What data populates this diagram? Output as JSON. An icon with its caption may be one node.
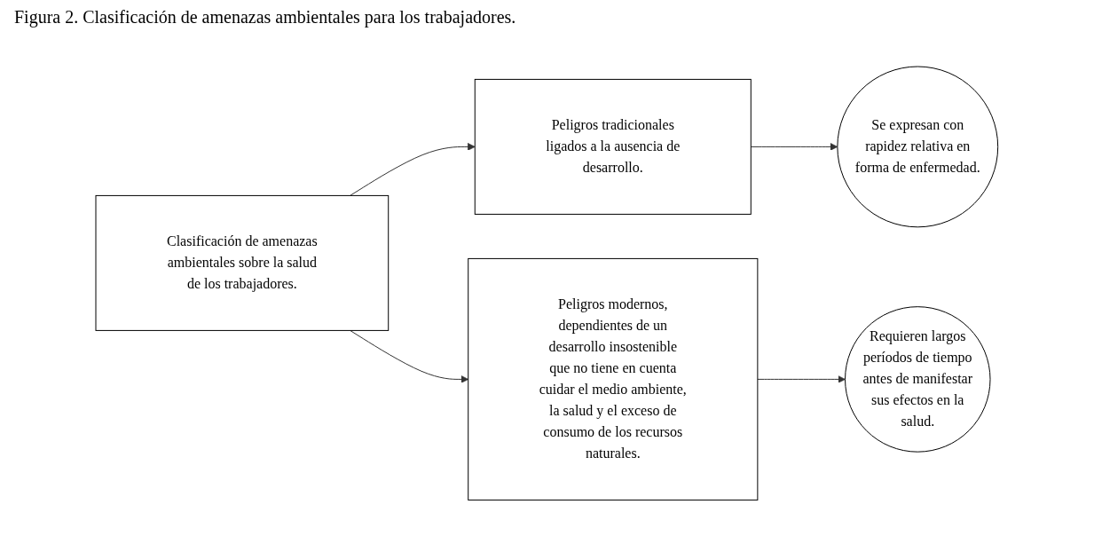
{
  "diagram": {
    "title": "Figura 2. Clasificación de amenazas ambientales para los trabajadores.",
    "nodes": [
      {
        "text": [
          "Clasificación de amenazas ambientales sobre la salud de los trabajadores."
        ]
      },
      {
        "text": [
          "Peligros tradicionales ligados a la ausencia de desarrollo."
        ]
      },
      {
        "text": [
          "Peligros modernos, dependientes de un desarrollo insostenible que no tiene en cuenta cuidar el medio ambiente, la salud y el exceso de consumo de los recursos naturales."
        ]
      },
      {
        "text": [
          "Se expresan con rapidez relativa en forma de enfermedad."
        ]
      },
      {
        "text": [
          "Requieren largos períodos de tiempo antes de manifestar sus efectos en la salud."
        ]
      }
    ],
    "edges": [
      {
        "from": 0,
        "to": 1,
        "arrow": "to"
      },
      {
        "from": 0,
        "to": 2,
        "arrow": "to"
      },
      {
        "from": 1,
        "to": 3,
        "arrow": "to"
      },
      {
        "from": 2,
        "to": 4,
        "arrow": "to"
      }
    ]
  }
}
